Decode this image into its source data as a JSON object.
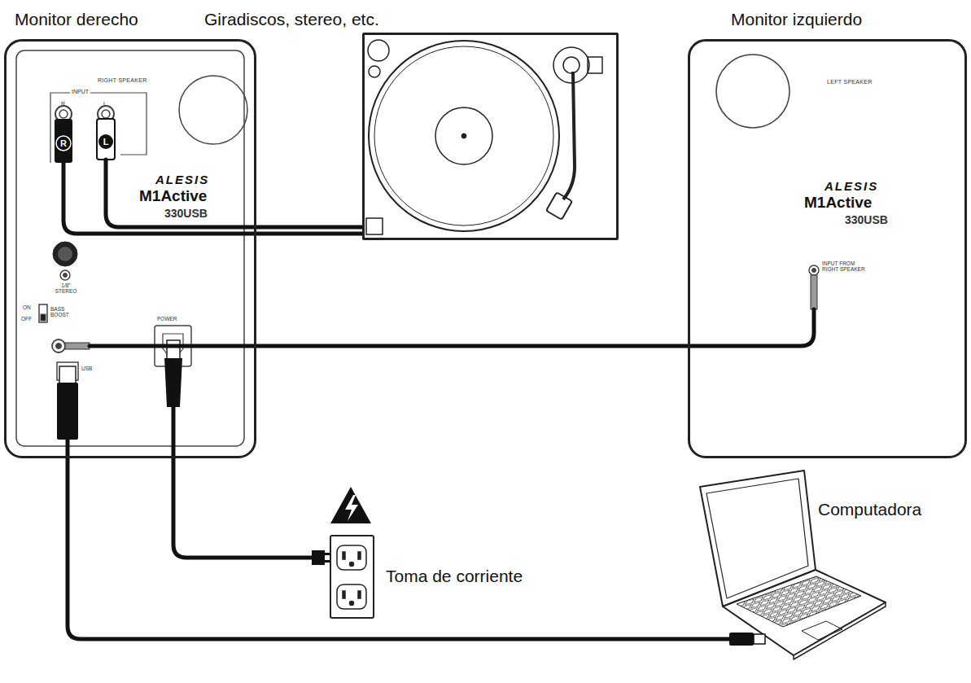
{
  "diagram": {
    "nodes": [
      {
        "text": [
          "Monitor derecho",
          "RIGHT SPEAKER",
          "ALESIS",
          "M1Active",
          "330USB"
        ]
      },
      {
        "text": [
          "Giradiscos, stereo, etc."
        ]
      },
      {
        "text": [
          "Monitor izquierdo",
          "LEFT SPEAKER",
          "ALESIS",
          "M1Active",
          "330USB"
        ]
      },
      {
        "text": [
          "Toma de corriente"
        ]
      },
      {
        "text": [
          "Computadora"
        ]
      }
    ],
    "edges": [
      {
        "from": 1,
        "to": 0,
        "arrow": "none"
      },
      {
        "from": 0,
        "to": 2,
        "arrow": "none"
      },
      {
        "from": 0,
        "to": 3,
        "arrow": "none"
      },
      {
        "from": 0,
        "to": 4,
        "arrow": "none"
      }
    ],
    "labels": [
      "INPUT",
      "R",
      "L",
      "R",
      "L",
      "1/8\" STEREO",
      "ON",
      "OFF",
      "BASS BOOST",
      "POWER",
      "USB",
      "INPUT FROM RIGHT SPEAKER"
    ]
  }
}
